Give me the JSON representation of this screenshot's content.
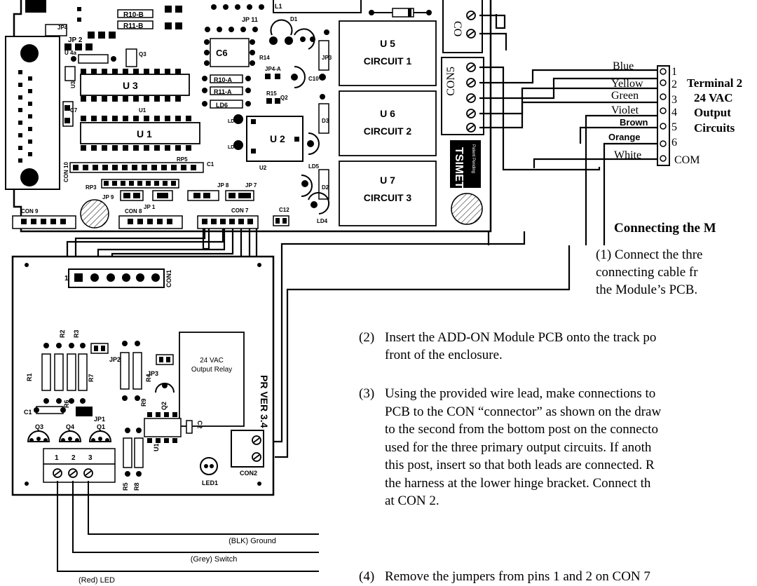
{
  "pcb_main": {
    "top_labels": [
      "R10-B",
      "R11-B",
      "JP 11",
      "L1",
      "JP 2",
      "JP4",
      "U 4a",
      "Q3",
      "C6",
      "D1",
      "R14",
      "JP3",
      "U 3",
      "U3",
      "R10-A",
      "R11-A",
      "JP4-A",
      "Q2",
      "LD6",
      "C10",
      "R15",
      "C7",
      "U1",
      "U 1",
      "U 2",
      "U2",
      "LD1",
      "LD3",
      "D3",
      "C1",
      "RP5",
      "CON 10",
      "RP3",
      "JP 9",
      "JP 1",
      "JP 8",
      "JP 7",
      "CON 9",
      "CON 8",
      "CON 7",
      "C12",
      "D2",
      "LD5",
      "LD4"
    ],
    "relays": [
      {
        "name": "U 5",
        "circuit": "CIRCUIT 1"
      },
      {
        "name": "U 6",
        "circuit": "CIRCUIT 2"
      },
      {
        "name": "U 7",
        "circuit": "CIRCUIT 3"
      }
    ],
    "con5_label": "CON5",
    "co_label": "CO",
    "brand": "TSIMET",
    "brand_sub": "Patent Pending"
  },
  "terminal": {
    "title_line1": "Terminal 2",
    "title_line2": "24 VAC",
    "title_line3": "Output",
    "title_line4": "Circuits",
    "wires": [
      {
        "color": "Blue",
        "pin": "1"
      },
      {
        "color": "Yellow",
        "pin": "2"
      },
      {
        "color": "Green",
        "pin": "3"
      },
      {
        "color": "Violet",
        "pin": "4"
      },
      {
        "color": "Brown",
        "pin": "5"
      },
      {
        "color": "Orange",
        "pin": "6"
      },
      {
        "color": "White",
        "pin": "COM"
      }
    ]
  },
  "addon": {
    "parts": [
      "R1",
      "R2",
      "R3",
      "JP2",
      "R7",
      "R4",
      "R9",
      "JP3",
      "Q2",
      "C1",
      "R6",
      "JP1",
      "Q3",
      "Q4",
      "Q1",
      "C2",
      "U1",
      "R5",
      "R8",
      "LED1",
      "CON2",
      "CON1"
    ],
    "con1_pin": "1",
    "relay_label_1": "24 VAC",
    "relay_label_2": "Output Relay",
    "version": "PR VER 3.4",
    "terminal_pins": [
      "1",
      "2",
      "3"
    ],
    "leads": [
      "(BLK)  Ground",
      "(Grey)  Switch",
      "(Red)  LED"
    ]
  },
  "instructions": {
    "heading": "Connecting the M",
    "step1_line1": "(1) Connect the thre",
    "step1_line2": "connecting cable fr",
    "step1_line3": "the Module’s PCB.",
    "step2_num": "(2)",
    "step2_line1": "Insert the ADD-ON Module PCB onto the track po",
    "step2_line2": "front of the enclosure.",
    "step3_num": "(3)",
    "step3_line1": "Using the provided wire lead, make connections to",
    "step3_line2": "PCB to the CON “connector” as shown on the draw",
    "step3_line3": "to the second from the bottom post on the connecto",
    "step3_line4": "used for the three primary output circuits.  If anoth",
    "step3_line5": "this post, insert so that both leads are connected.  R",
    "step3_line6": "the harness at the lower hinge bracket.  Connect th",
    "step3_line7": "at CON 2.",
    "step4_num": "(4)",
    "step4_line1": "Remove the jumpers from pins 1 and 2 on CON 7"
  }
}
